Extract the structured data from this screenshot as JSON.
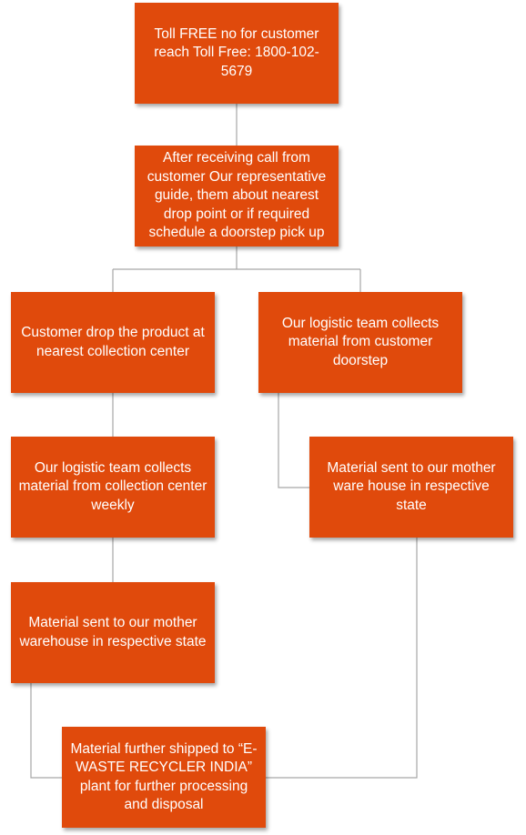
{
  "diagram": {
    "colors": {
      "box_fill": "#e04a0c",
      "box_text": "#ffffff",
      "connector": "#a6a6a6"
    },
    "nodes": [
      {
        "id": "toll-free",
        "text": "Toll FREE no for customer reach Toll Free: 1800-102-5679"
      },
      {
        "id": "representative-guide",
        "text": "After receiving call from customer Our representative guide, them about nearest drop point or if required schedule a doorstep pick up"
      },
      {
        "id": "customer-drop",
        "text": "Customer drop the product at nearest collection center"
      },
      {
        "id": "logistic-doorstep",
        "text": "Our logistic team collects material from customer doorstep"
      },
      {
        "id": "logistic-weekly",
        "text": "Our logistic team collects material from collection center weekly"
      },
      {
        "id": "mother-warehouse-right",
        "text": "Material sent to our mother ware house in respective state"
      },
      {
        "id": "mother-warehouse-left",
        "text": "Material sent to our mother warehouse in respective state"
      },
      {
        "id": "shipped-recycler",
        "text": "Material further shipped to “E-WASTE RECYCLER INDIA” plant for further processing and disposal"
      }
    ]
  }
}
